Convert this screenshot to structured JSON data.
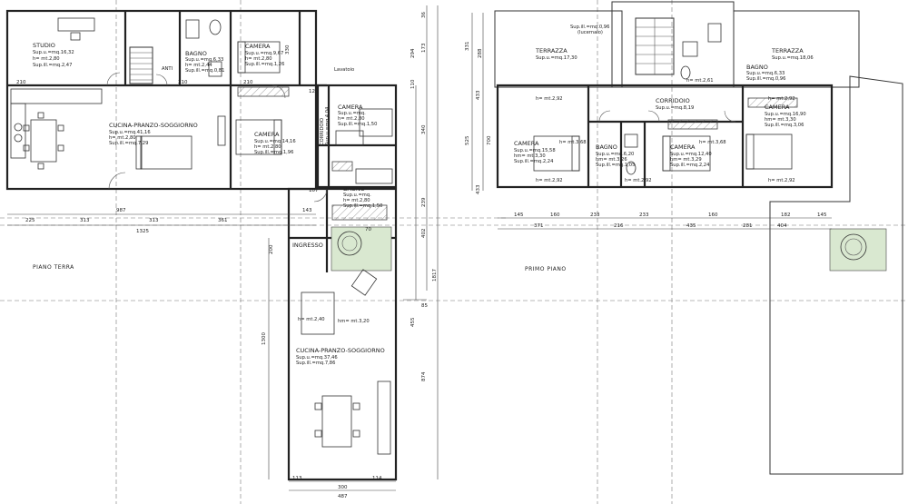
{
  "floors": {
    "ground": {
      "title": "PIANO TERRA",
      "rooms": {
        "studio": {
          "name": "STUDIO",
          "l1": "Sup.u.=mq.16,32",
          "l2": "h= mt.2,80",
          "l3": "Sup.ill.=mq.2,47"
        },
        "bagno1": {
          "name": "BAGNO",
          "l1": "Sup.u.=mq.6,33",
          "l2": "h= mt.2,44",
          "l3": "Sup.ill.=mq.0,81"
        },
        "anti": {
          "name": "ANTI"
        },
        "camera1": {
          "name": "CAMERA",
          "l1": "Sup.u.=mq.9,67",
          "l2": "h= mt.2,80",
          "l3": "Sup.ill.=mq.1,26"
        },
        "cucina1": {
          "name": "CUCINA-PRANZO-SOGGIORNO",
          "l1": "Sup.u.=mq.41,16",
          "l2": "h= mt.2,80",
          "l3": "Sup.ill.=mq.7,29"
        },
        "camera2": {
          "name": "CAMERA",
          "l1": "Sup.u.=mq.14,16",
          "l2": "h= mt.2,80",
          "l3": "Sup.ill.=mq.1,96"
        },
        "camera3": {
          "name": "CAMERA",
          "l1": "Sup.u.=mq.",
          "l2": "h= mt.2,80",
          "l3": "Sup.ill.=mq.1,50"
        },
        "corridoio": {
          "name": "CORRIDOIO",
          "l1": "Sup.u.=mq.4,04"
        },
        "lavatoio": {
          "name": "Lavatoio"
        },
        "bagno2": {
          "name": "BAGNO",
          "l1": "Sup.u.=mq.",
          "l2": "h= mt.2,80",
          "l3": "Sup.ill.=mq.1,50"
        },
        "ingresso": {
          "name": "INGRESSO"
        },
        "cucina2": {
          "name": "CUCINA-PRANZO-SOGGIORNO",
          "l1": "Sup.u.=mq.37,46",
          "l2": "Sup.ill.=mq.7,86",
          "h1": "h= mt.2,40",
          "h2": "hm= mt.3,20"
        }
      },
      "dims": {
        "d225": "225",
        "d313a": "313",
        "d313b": "313",
        "d361": "361",
        "d1325": "1325",
        "d987": "987",
        "d143": "143",
        "d120": "120",
        "d210a": "210",
        "d210b": "210",
        "d210c": "210",
        "d107": "107",
        "d70": "70",
        "d300": "300",
        "d113": "113",
        "d114": "114",
        "d487": "487",
        "d1300": "1300",
        "d200": "200",
        "d402": "402",
        "d455": "455",
        "d874": "874",
        "d239": "239",
        "d1817": "1817",
        "d340": "340",
        "d294": "294",
        "d173": "173",
        "d110": "110",
        "d36": "36",
        "d85": "85",
        "d330": "330"
      }
    },
    "first": {
      "title": "PRIMO PIANO",
      "rooms": {
        "terrazza1": {
          "name": "TERRAZZA",
          "l1": "Sup.u.=mq.17,30"
        },
        "cuoc": {
          "l1": "Sup.ill.=mq.0,96",
          "l2": "(lucernaio)"
        },
        "terrazza2": {
          "name": "TERRAZZA",
          "l1": "Sup.u.=mq.18,06"
        },
        "bagno3": {
          "name": "BAGNO",
          "l1": "Sup.u.=mq.6,33",
          "l2": "Sup.ill.=mq.0,96"
        },
        "corridoio": {
          "name": "CORRIDOIO",
          "l1": "Sup.u.=mq.8,19"
        },
        "camera4": {
          "name": "CAMERA",
          "l1": "Sup.u.=mq.15,58",
          "l2": "hm= mt.3,30",
          "l3": "Sup.ill.=mq.2,24"
        },
        "bagno4": {
          "name": "BAGNO",
          "l1": "Sup.u.=mq.6,20",
          "l2": "hm= mt.3,26",
          "l3": "Sup.ill.=mq.1,05"
        },
        "camera5": {
          "name": "CAMERA",
          "l1": "Sup.u.=mq.12,40",
          "l2": "hm= mt.3,29",
          "l3": "Sup.ill.=mq.2,24"
        },
        "camera6": {
          "name": "CAMERA",
          "l1": "Sup.u.=mq.16,90",
          "l2": "hm= mt.3,30",
          "l3": "Sup.ill.=mq.3,06"
        }
      },
      "heights": {
        "h1": "h= mt.2,92",
        "h2": "h= mt.3,68",
        "h3": "h= mt.2,61",
        "h4": "h= mt.2,92",
        "h5": "h= mt.3,68",
        "h6": "h= mt.2,92",
        "h7": "h= mt.2,92",
        "h8": "h= mt.2,92"
      },
      "dims": {
        "d145a": "145",
        "d160a": "160",
        "d233a": "233",
        "d233b": "233",
        "d160b": "160",
        "d182": "182",
        "d145b": "145",
        "d371": "371",
        "d216": "216",
        "d435": "435",
        "d281": "281",
        "d404": "404",
        "d433a": "433",
        "d433b": "433",
        "d288": "288",
        "d331": "331",
        "d525": "525",
        "d700": "700"
      }
    }
  }
}
